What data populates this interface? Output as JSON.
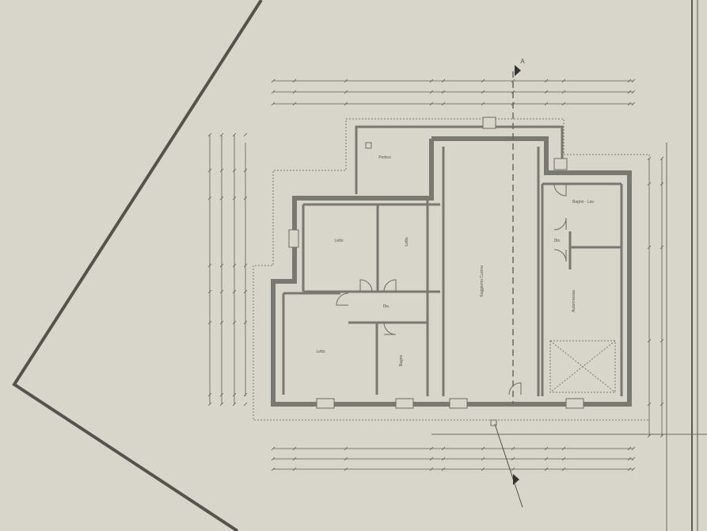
{
  "plan": {
    "section_marker": "A",
    "rooms": [
      {
        "id": "portico",
        "name": "Portico"
      },
      {
        "id": "letto1",
        "name": "Letto"
      },
      {
        "id": "letto2",
        "name": "Letto"
      },
      {
        "id": "letto3",
        "name": "Letto"
      },
      {
        "id": "dis",
        "name": "Dis."
      },
      {
        "id": "bagno",
        "name": "Bagno"
      },
      {
        "id": "soggiorno",
        "name": "Soggiorno Cucina"
      },
      {
        "id": "bagno_lav",
        "name": "Bagno - Lav."
      },
      {
        "id": "dis2",
        "name": "Dis."
      },
      {
        "id": "autorimessa",
        "name": "Autorimessa"
      }
    ],
    "colors": {
      "paper": "#d8d5cb",
      "walls": "#7a7872",
      "lines": "#5e5c57"
    }
  }
}
